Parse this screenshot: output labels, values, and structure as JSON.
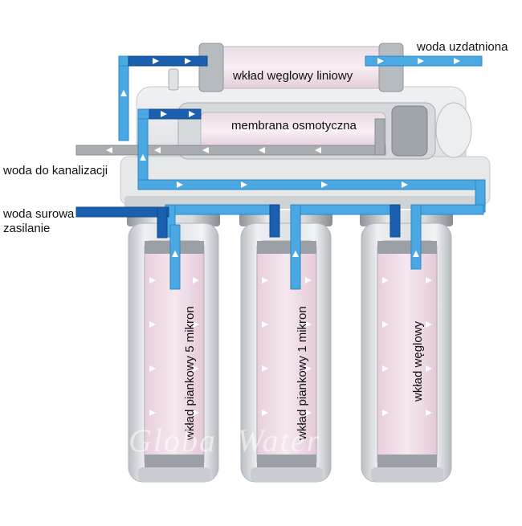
{
  "labels": {
    "treated_water": "woda uzdatniona",
    "inline_carbon": "wkład węglowy liniowy",
    "ro_membrane": "membrana osmotyczna",
    "drain_water": "woda do kanalizacji",
    "raw_water_line1": "woda surowa",
    "raw_water_line2": "zasilanie",
    "foam_5_micron": "wkład piankowy 5 mikron",
    "foam_1_micron": "wkład piankowy 1 mikron",
    "carbon_cartridge": "wkład węglowy"
  },
  "watermark": "Global Water",
  "colors": {
    "light_blue_pipe": "#4aa8e2",
    "dark_blue_pipe": "#1a5fb0",
    "cartridge_pink": "#ecd8e4",
    "housing_gray": "#d7dbde",
    "drain_pipe_gray": "#a8acb0"
  }
}
